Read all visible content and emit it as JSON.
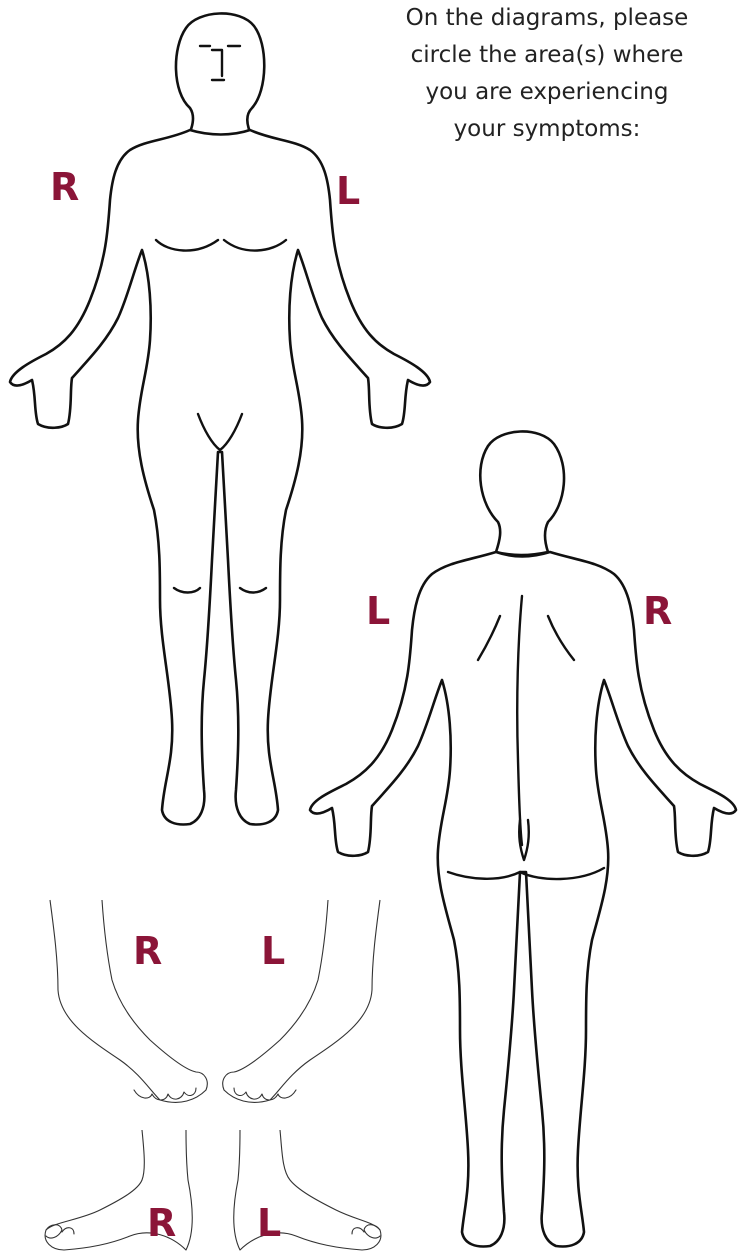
{
  "instructions": {
    "line1": "On the diagrams, please",
    "line2": "circle the area(s) where",
    "line3": "you are experiencing",
    "line4": "your symptoms:"
  },
  "labels": {
    "front_right": "R",
    "front_left": "L",
    "back_left": "L",
    "back_right": "R",
    "feet_top_right": "R",
    "feet_top_left": "L",
    "feet_bottom_right": "R",
    "feet_bottom_left": "L"
  },
  "colors": {
    "label": "#8b1538",
    "outline": "#111111",
    "text": "#222222"
  }
}
